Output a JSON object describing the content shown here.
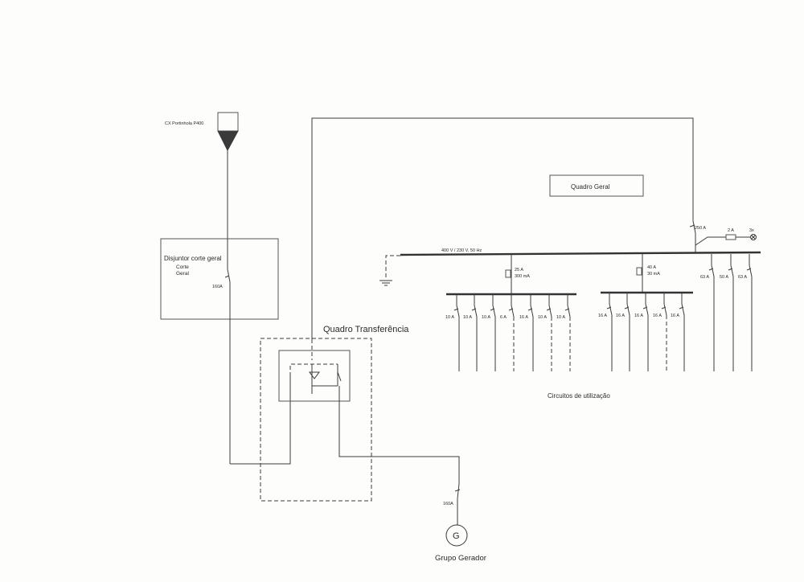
{
  "supply_label": "CX Portinhola P400",
  "disjuntor": {
    "title": "Disjuntor corte geral",
    "corte": "Corte",
    "geral": "Geral",
    "rating": "160A"
  },
  "quadro_transferencia": "Quadro Transferência",
  "quadro_geral": "Quadro Geral",
  "bus_label": "400 V / 230 V, 50 Hz",
  "main_breaker": "250 A",
  "aux_fuse": "2 A",
  "aux_lamp": "3x",
  "rcd1": {
    "rating": "25 A",
    "sens": "300 mA"
  },
  "rcd2": {
    "rating": "40 A",
    "sens": "30 mA"
  },
  "group1_labels": [
    "10 A",
    "10 A",
    "10 A",
    "6 A",
    "16 A",
    "10 A",
    "10 A"
  ],
  "group2_labels": [
    "16 A",
    "16 A",
    "16 A",
    "16 A",
    "16 A"
  ],
  "feeder_labels": [
    "63 A",
    "50 A",
    "63 A"
  ],
  "circuitos": "Circuitos de utilização",
  "gerador": {
    "symbol": "G",
    "breaker": "160A",
    "label": "Grupo Gerador"
  }
}
